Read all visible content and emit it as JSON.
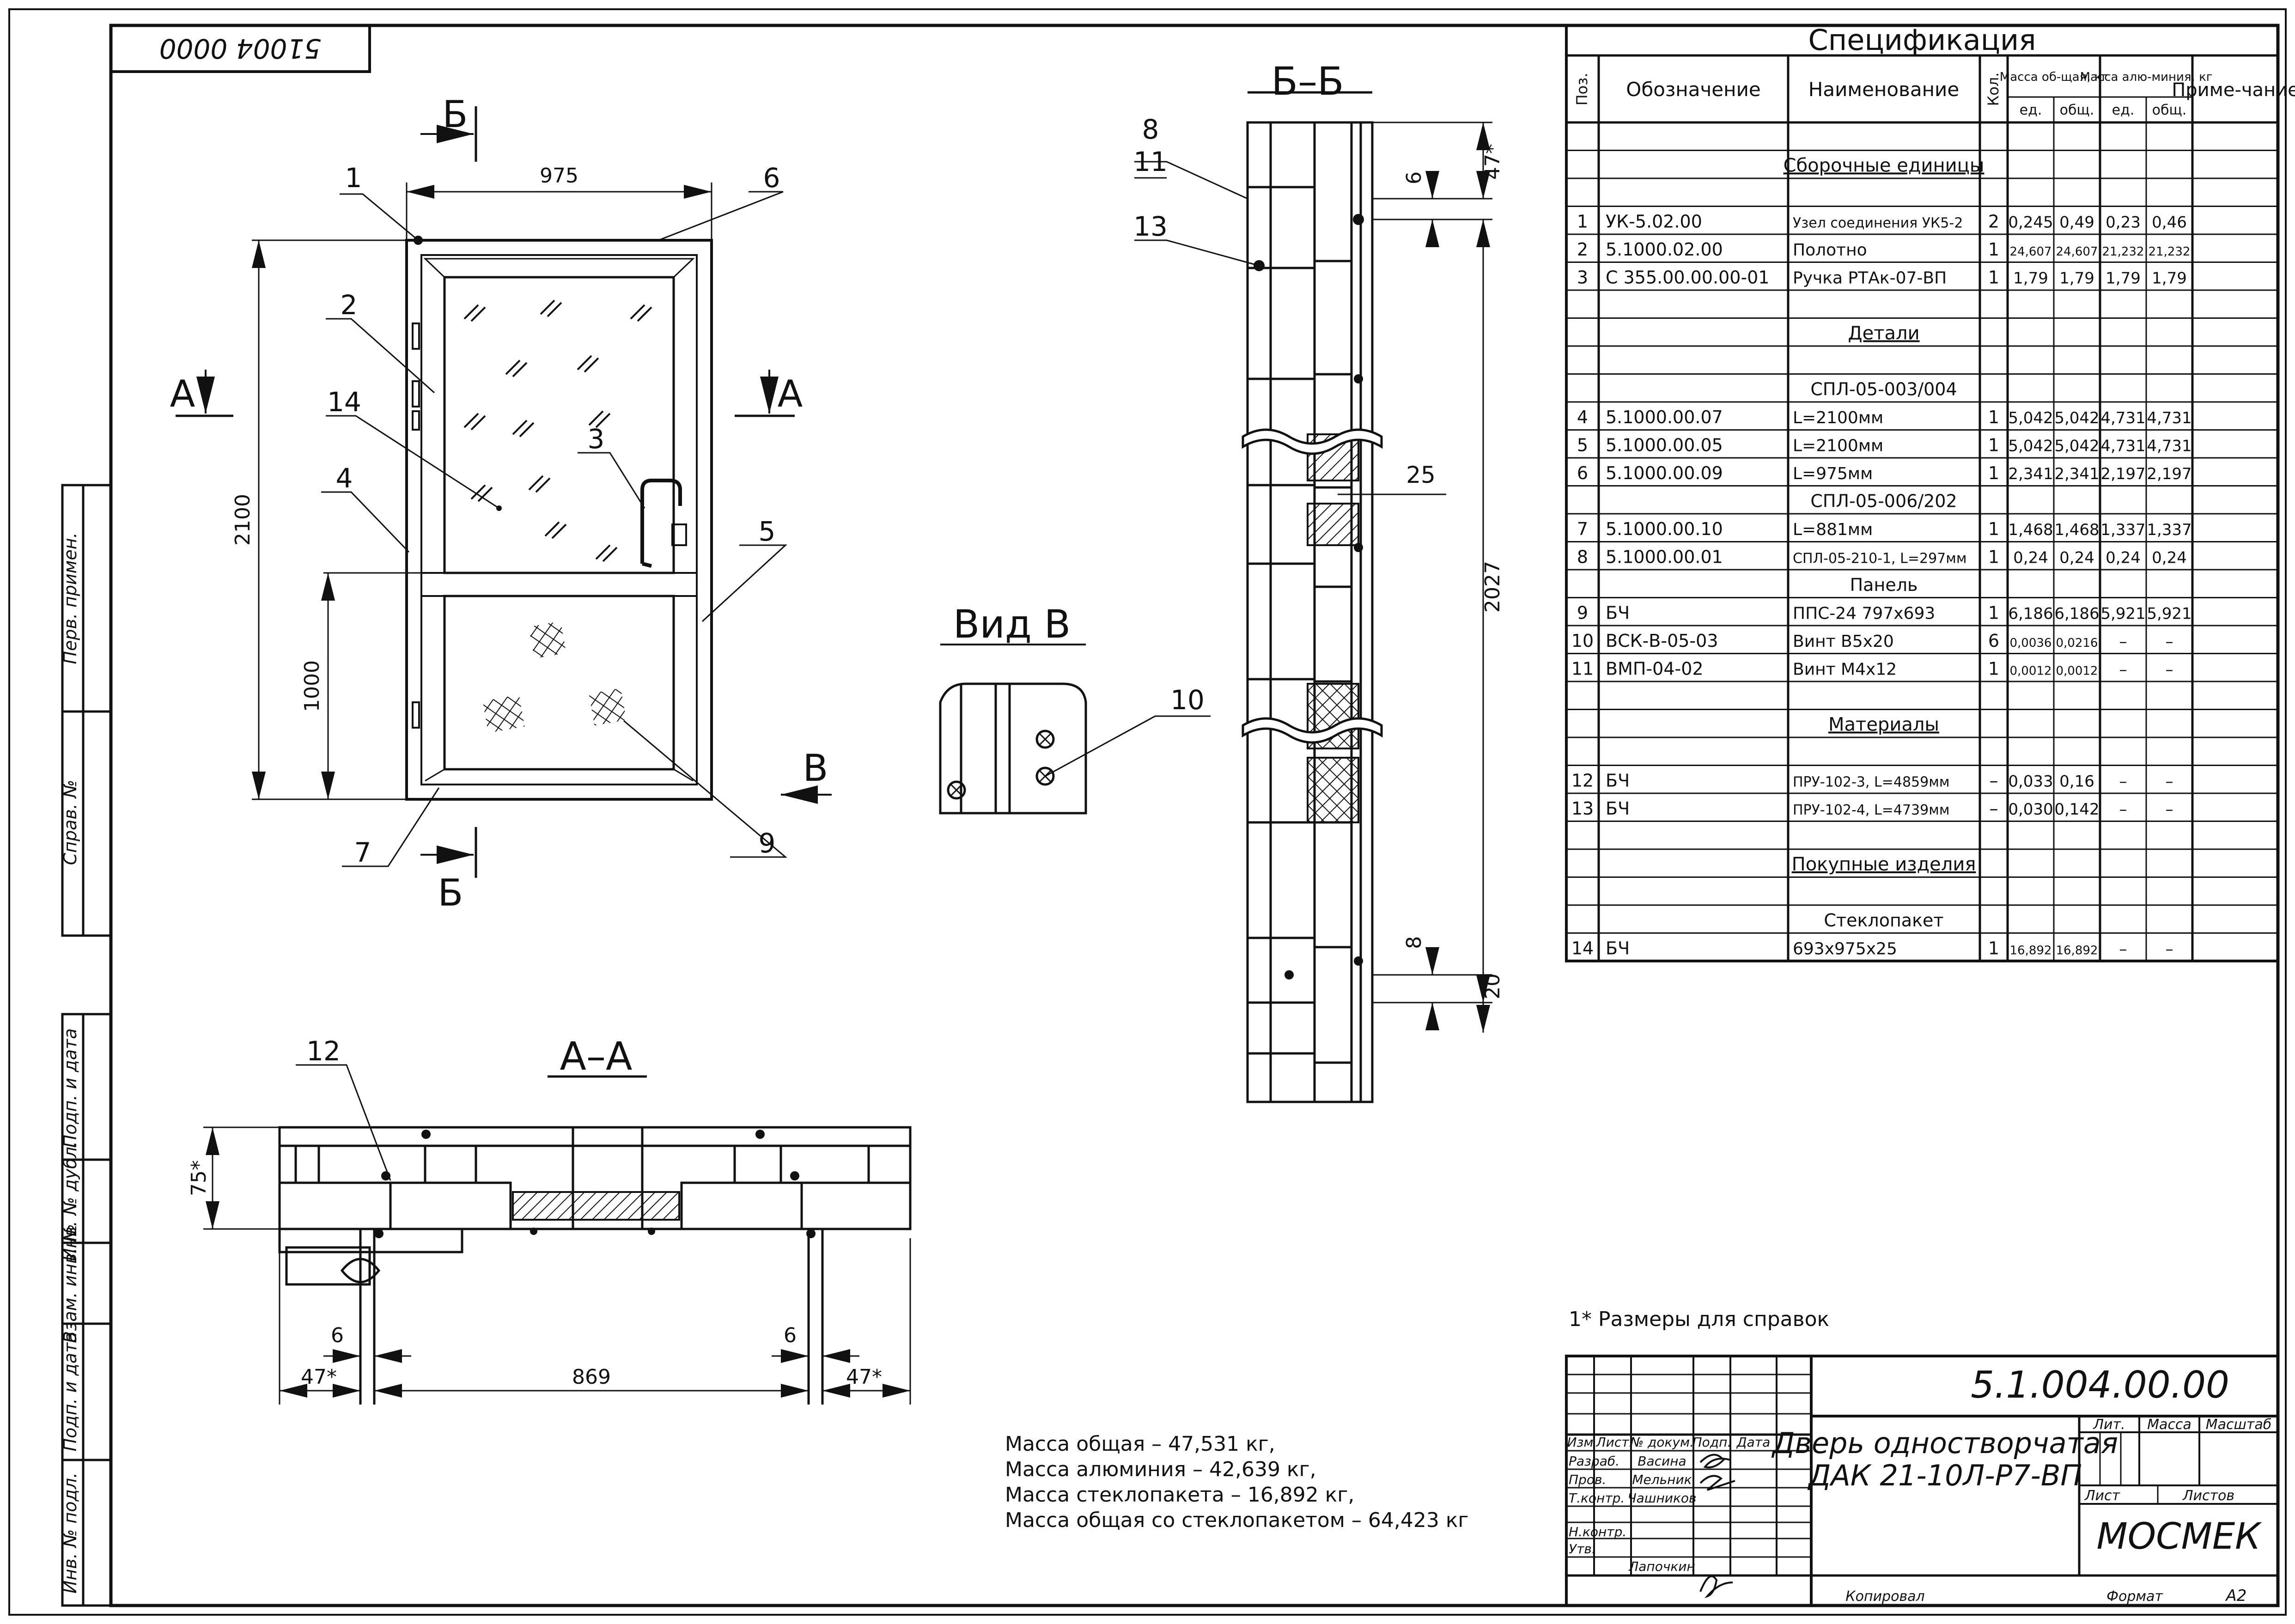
{
  "frame": {
    "top_stamp": "51004 0000"
  },
  "left_strip": {
    "labels": [
      "Перв. примен.",
      "Справ. №",
      "Подп. и дата",
      "Инв. № дубл.",
      "Взам. инв. №",
      "Подп. и дата",
      "Инв. № подл."
    ]
  },
  "front_view": {
    "width_dim": "975",
    "height_dim": "2100",
    "mid_dim": "1000",
    "cut_a": "А",
    "cut_b": "Б",
    "view_b_arrow": "В",
    "leaders": [
      "1",
      "2",
      "14",
      "4",
      "3",
      "6",
      "5",
      "9",
      "7"
    ]
  },
  "section_aa": {
    "title": "А–А",
    "leader": "12",
    "dim_height": "75*",
    "dim_left_gap": "6",
    "dim_right_gap": "6",
    "dim_left": "47*",
    "dim_mid": "869",
    "dim_right": "47*"
  },
  "view_v": {
    "title": "Вид В",
    "leader": "10"
  },
  "section_bb": {
    "title": "Б–Б",
    "leaders": [
      "8",
      "11",
      "13",
      "25"
    ],
    "dim_top": "47*",
    "dim_top_gap": "6",
    "dim_height": "2027",
    "dim_bottom_gap": "8",
    "dim_bottom": "20"
  },
  "spec": {
    "title": "Спецификация",
    "headers": {
      "pos": "Поз.",
      "designation": "Обозначение",
      "name": "Наименование",
      "qty": "Кол.",
      "mass_total_group": "Масса об-щая, кг",
      "mass_al_group": "Масса алю-миния, кг",
      "unit": "ед.",
      "total": "общ.",
      "note": "Приме-чание"
    },
    "rows": [
      {
        "kind": "blank"
      },
      {
        "kind": "section",
        "name": "Сборочные единицы"
      },
      {
        "kind": "blank"
      },
      {
        "pos": "1",
        "des": "УК-5.02.00",
        "name": "Узел соединения УК5-2",
        "qty": "2",
        "m1": "0,245",
        "m2": "0,49",
        "a1": "0,23",
        "a2": "0,46"
      },
      {
        "pos": "2",
        "des": "5.1000.02.00",
        "name": "Полотно",
        "qty": "1",
        "m1": "24,607",
        "m2": "24,607",
        "a1": "21,232",
        "a2": "21,232"
      },
      {
        "pos": "3",
        "des": "С 355.00.00.00-01",
        "name": "Ручка РТАк-07-ВП",
        "qty": "1",
        "m1": "1,79",
        "m2": "1,79",
        "a1": "1,79",
        "a2": "1,79"
      },
      {
        "kind": "blank"
      },
      {
        "kind": "section",
        "name": "Детали"
      },
      {
        "kind": "blank"
      },
      {
        "kind": "sub",
        "name": "СПЛ-05-003/004"
      },
      {
        "pos": "4",
        "des": "5.1000.00.07",
        "name": "L=2100мм",
        "qty": "1",
        "m1": "5,042",
        "m2": "5,042",
        "a1": "4,731",
        "a2": "4,731"
      },
      {
        "pos": "5",
        "des": "5.1000.00.05",
        "name": "L=2100мм",
        "qty": "1",
        "m1": "5,042",
        "m2": "5,042",
        "a1": "4,731",
        "a2": "4,731"
      },
      {
        "pos": "6",
        "des": "5.1000.00.09",
        "name": "L=975мм",
        "qty": "1",
        "m1": "2,341",
        "m2": "2,341",
        "a1": "2,197",
        "a2": "2,197"
      },
      {
        "kind": "sub",
        "name": "СПЛ-05-006/202"
      },
      {
        "pos": "7",
        "des": "5.1000.00.10",
        "name": "L=881мм",
        "qty": "1",
        "m1": "1,468",
        "m2": "1,468",
        "a1": "1,337",
        "a2": "1,337"
      },
      {
        "pos": "8",
        "des": "5.1000.00.01",
        "name": "СПЛ-05-210-1, L=297мм",
        "qty": "1",
        "m1": "0,24",
        "m2": "0,24",
        "a1": "0,24",
        "a2": "0,24"
      },
      {
        "kind": "sub",
        "name": "Панель"
      },
      {
        "pos": "9",
        "des": "БЧ",
        "name": "ППС-24  797х693",
        "qty": "1",
        "m1": "6,186",
        "m2": "6,186",
        "a1": "5,921",
        "a2": "5,921"
      },
      {
        "pos": "10",
        "des": "ВСК-В-05-03",
        "name": "Винт В5х20",
        "qty": "6",
        "m1": "0,0036",
        "m2": "0,0216",
        "a1": "–",
        "a2": "–"
      },
      {
        "pos": "11",
        "des": "ВМП-04-02",
        "name": "Винт М4х12",
        "qty": "1",
        "m1": "0,0012",
        "m2": "0,0012",
        "a1": "–",
        "a2": "–"
      },
      {
        "kind": "blank"
      },
      {
        "kind": "section",
        "name": "Материалы"
      },
      {
        "kind": "blank"
      },
      {
        "pos": "12",
        "des": "БЧ",
        "name": "ПРУ-102-3, L=4859мм",
        "qty": "–",
        "m1": "0,033",
        "m2": "0,16",
        "a1": "–",
        "a2": "–"
      },
      {
        "pos": "13",
        "des": "БЧ",
        "name": "ПРУ-102-4, L=4739мм",
        "qty": "–",
        "m1": "0,030",
        "m2": "0,142",
        "a1": "–",
        "a2": "–"
      },
      {
        "kind": "blank"
      },
      {
        "kind": "section",
        "name": "Покупные изделия"
      },
      {
        "kind": "blank"
      },
      {
        "kind": "sub",
        "name": "Стеклопакет"
      },
      {
        "pos": "14",
        "des": "БЧ",
        "name": "693х975х25",
        "qty": "1",
        "m1": "16,892",
        "m2": "16,892",
        "a1": "–",
        "a2": "–"
      }
    ]
  },
  "note": "1* Размеры для справок",
  "mass_notes": [
    "Масса общая –  47,531 кг,",
    "Масса алюминия –  42,639 кг,",
    "Масса стеклопакета –  16,892 кг,",
    "Масса общая со стеклопакетом –  64,423 кг"
  ],
  "title_block": {
    "doc_code": "5.1.004.00.00",
    "title_line1": "Дверь одностворчатая",
    "title_line2": "ДАК 21-10Л-Р7-ВП",
    "col_headers": [
      "Изм",
      "Лист",
      "№ докум.",
      "Подп.",
      "Дата"
    ],
    "roles": [
      "Разраб.",
      "Пров.",
      "Т.контр.",
      "",
      "Н.контр.",
      "Утв."
    ],
    "names": [
      "Васина",
      "Мельник",
      "Чашников",
      "",
      "",
      "Лапочкин"
    ],
    "lit_label": "Лит.",
    "mass_label": "Масса",
    "scale_label": "Масштаб",
    "sheet_label": "Лист",
    "sheets_label": "Листов",
    "org": "МОСМЕК",
    "copied": "Копировал",
    "format_label": "Формат",
    "format_value": "А2"
  }
}
